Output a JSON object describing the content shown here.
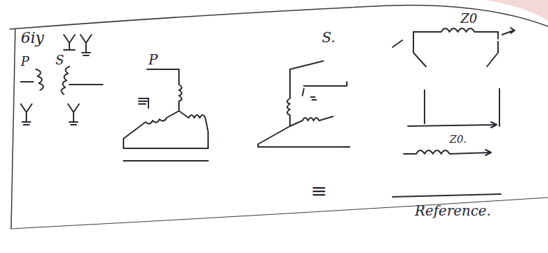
{
  "diagram": {
    "labels": [
      "6iy",
      "P",
      "S",
      "P",
      "S.",
      "Z0",
      "Z0.",
      "≡",
      "Reference."
    ]
  }
}
